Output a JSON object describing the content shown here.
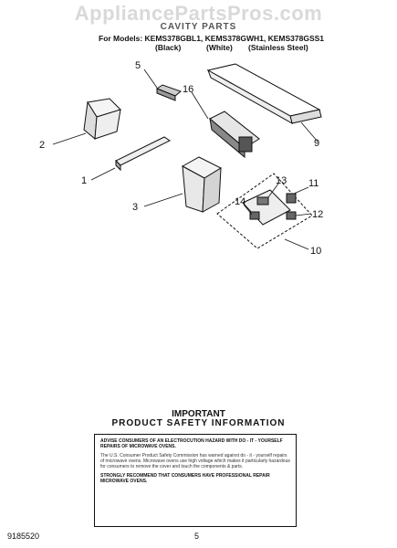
{
  "watermark": "AppliancePartsPros.com",
  "header": {
    "title": "CAVITY PARTS",
    "models_line": "For Models: KEMS378GBL1, KEMS378GWH1, KEMS378GSS1",
    "variants": [
      "(Black)",
      "(White)",
      "(Stainless Steel)"
    ]
  },
  "callouts": [
    "5",
    "16",
    "2",
    "1",
    "3",
    "9",
    "13",
    "11",
    "14",
    "12",
    "10"
  ],
  "safety": {
    "heading1": "IMPORTANT",
    "heading2": "PRODUCT SAFETY INFORMATION",
    "advise": "ADVISE CONSUMERS OF AN ELECTROCUTION HAZARD WITH DO - IT - YOURSELF REPAIRS OF MICROWAVE OVENS.",
    "cpsc": "The U.S. Consumer Product Safety Commission has warned against do - it - yourself repairs of microwave ovens. Microwave ovens use high voltage which makes it particularly hazardous for consumers to remove the cover and touch the components & parts.",
    "strongly": "STRONGLY RECOMMEND THAT CONSUMERS HAVE PROFESSIONAL REPAIR MICROWAVE OVENS."
  },
  "footer": {
    "part_number": "9185520",
    "page": "5"
  }
}
